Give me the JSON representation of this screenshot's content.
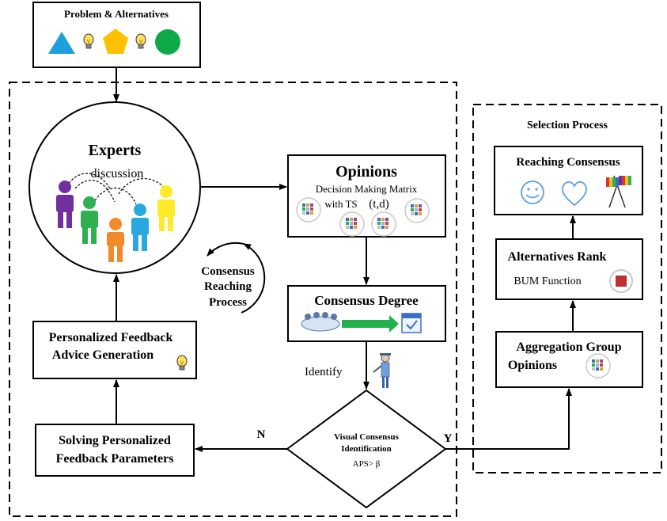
{
  "nodes": {
    "problem": {
      "title": "Problem & Alternatives"
    },
    "experts": {
      "title": "Experts",
      "subtitle": "discussion"
    },
    "opinions": {
      "title": "Opinions",
      "line1": "Decision Making Matrix",
      "line2": "with TS",
      "line2_math": "(t,d)"
    },
    "consensus_degree": {
      "title": "Consensus Degree"
    },
    "identify": {
      "label": "Identify"
    },
    "decision": {
      "line1": "Visual Consensus",
      "line2": "Identification",
      "line3": "APS> β"
    },
    "solving": {
      "line1": "Solving Personalized",
      "line2": "Feedback Parameters"
    },
    "advice": {
      "line1": "Personalized Feedback",
      "line2": "Advice Generation"
    },
    "crp": {
      "line1": "Consensus",
      "line2": "Reaching",
      "line3": "Process"
    },
    "selection": {
      "title": "Selection Process"
    },
    "reaching": {
      "title": "Reaching Consensus"
    },
    "rank": {
      "title": "Alternatives Rank",
      "subtitle": "BUM Function"
    },
    "aggregation": {
      "line1": "Aggregation Group",
      "line2": "Opinions"
    }
  },
  "branches": {
    "no": "N",
    "yes": "Y"
  },
  "colors": {
    "triangle": "#1ea0e0",
    "pentagon": "#ffc000",
    "circle": "#0eaa4a",
    "person_purple": "#7030a0",
    "person_green": "#2fb050",
    "person_orange": "#f08a2a",
    "person_blue": "#29a8e0",
    "person_yellow": "#ffea2a",
    "progress_arrow": "#22b14c"
  },
  "icons": [
    "triangle-shape",
    "lightbulb-icon",
    "pentagon-shape",
    "circle-shape",
    "people-icon",
    "matrix-icon",
    "meeting-icon",
    "calendar-icon",
    "inspector-icon",
    "smiley-icon",
    "heart-icon",
    "flags-icon",
    "bum-function-icon"
  ]
}
